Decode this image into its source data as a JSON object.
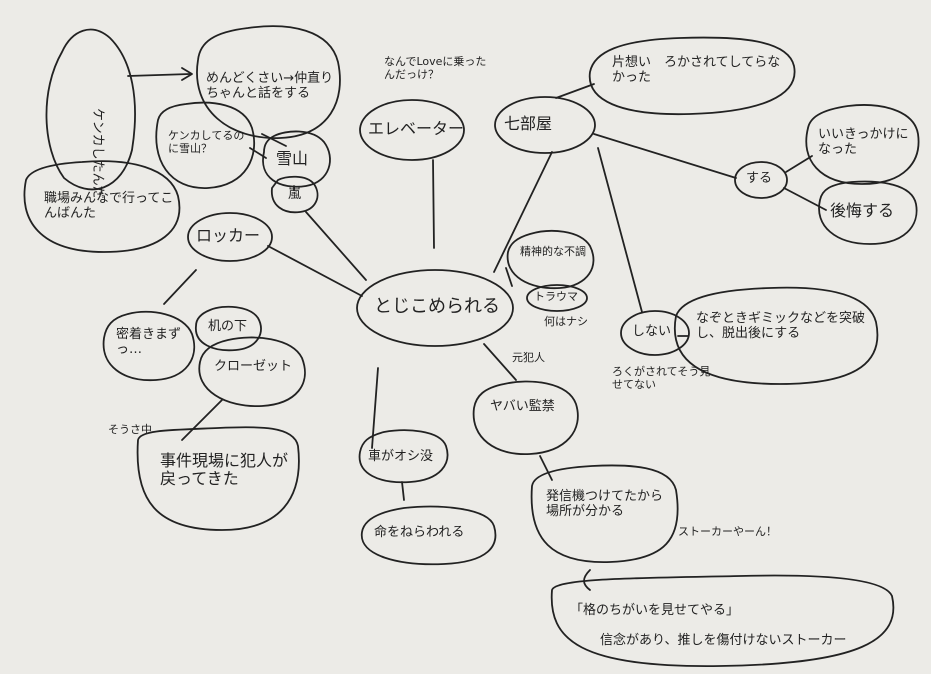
{
  "colors": {
    "paper": "#ecebe7",
    "ink": "#222222"
  },
  "center": "とじこめられる",
  "nodes": {
    "kenka_shitanda": "ケンカしたんだ",
    "nakanaori": "めんどくさい→仲直りちゃんと話をする",
    "kenka_yukiyama": "ケンカしてるのに雪山？",
    "yukiyama": "雪山",
    "arashi": "嵐",
    "shokuba": "職場みんなで行ってこんばんた",
    "locker": "ロッカー",
    "elevator_q": "なんでLoveに乗ったんだっけ？",
    "elevator": "エレベーター",
    "nanabeya": "七部屋",
    "kataomoi": "片想い　ろかされてしてらなかった",
    "suru": "する",
    "iikikkake": "いいきっかけになった",
    "koukai": "後悔する",
    "shinai": "しない",
    "gimmick": "なぞときギミックなどを突破し、脱出後にする",
    "rokugasarete": "ろくがされてそう見せてない",
    "seishinteki": "精神的な不調",
    "trauma": "トラウマ",
    "soto_nashi": "何はナシ",
    "mitchaku": "密着きまずっ…",
    "tsukue": "机の下",
    "closet": "クローゼット",
    "sousachuu": "そうさ中",
    "jikengenba": "事件現場に犯人が戻ってきた",
    "motohannin": "元犯人",
    "yabai_kankin": "ヤバい監禁",
    "kuruma": "車がオシ没",
    "inochi": "命をねらわれる",
    "hasshinki": "発信機つけてたから場所が分かる",
    "stalker_yan": "ストーカーやーん！",
    "quote": "「格のちがいを見せてやる」",
    "shinnen": "信念があり、推しを傷付けないストーカー"
  }
}
